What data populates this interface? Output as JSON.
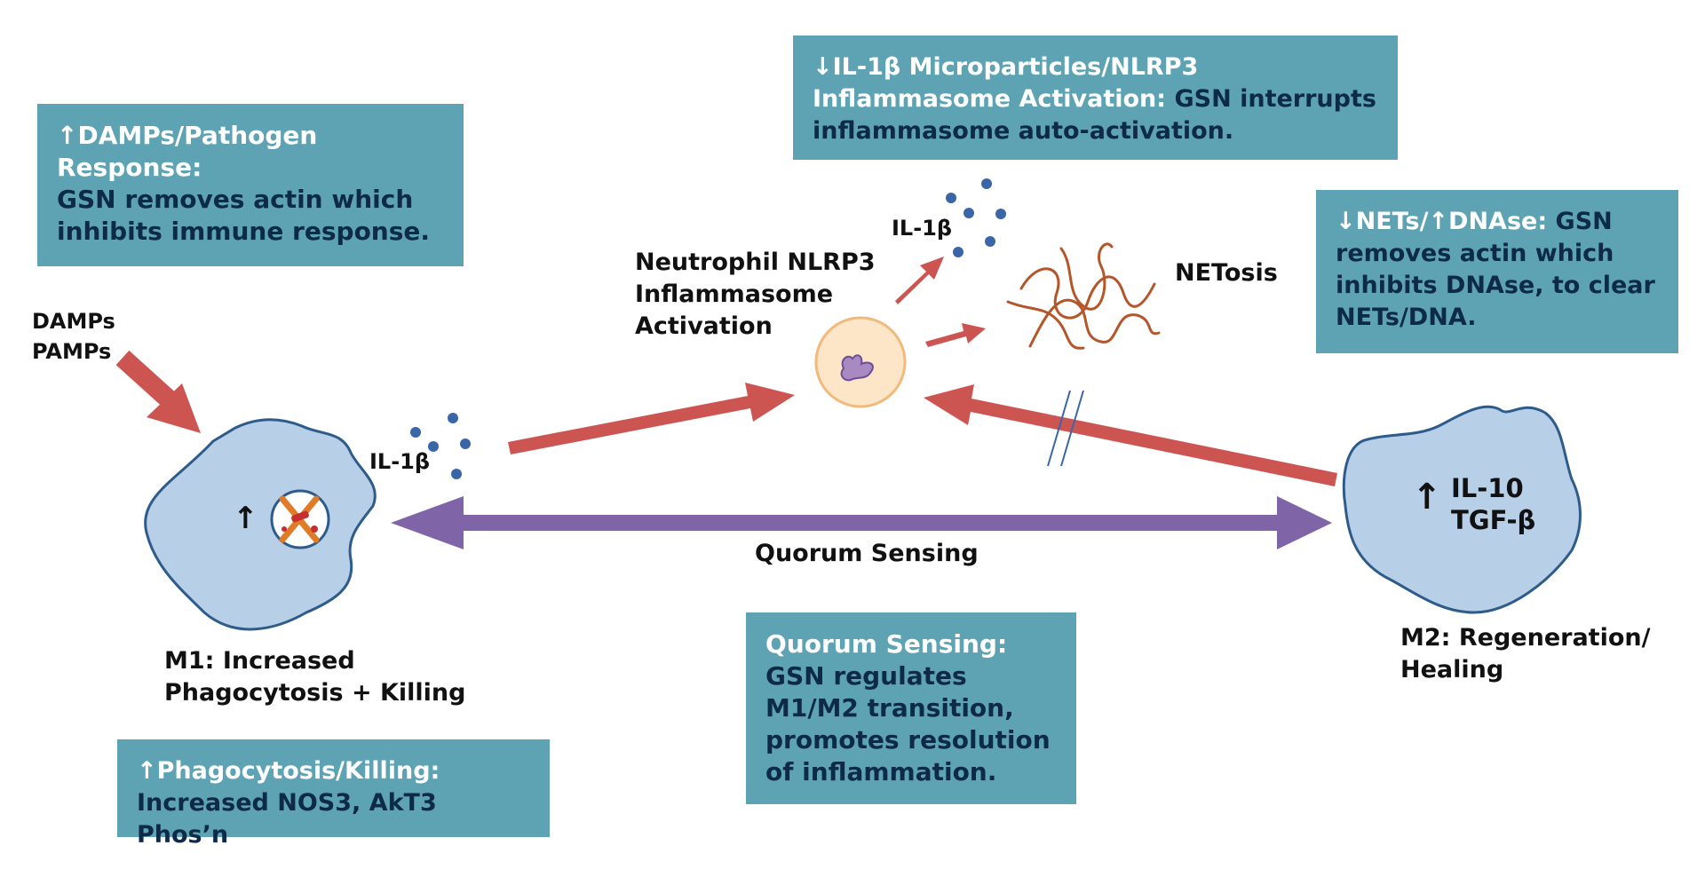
{
  "boxes": {
    "damps": {
      "line1": "↑DAMPs/Pathogen",
      "line2": "Response:",
      "body": "GSN removes actin which inhibits immune response."
    },
    "il1b": {
      "head": "↓IL-1β Microparticles/NLRP3 Inflammasome Activation:",
      "body": "GSN interrupts inflammasome auto-activation."
    },
    "nets": {
      "head": "↓NETs/↑DNAse:",
      "body": "GSN removes actin which inhibits DNAse, to clear NETs/DNA."
    },
    "quorum": {
      "head": "Quorum Sensing:",
      "body": "GSN regulates M1/M2 transition, promotes resolution of inflammation."
    },
    "phago": {
      "head": "↑Phagocytosis/Killing:",
      "body": "Increased NOS3, AkT3 Phos’n"
    }
  },
  "labels": {
    "damps_line1": "DAMPs",
    "damps_line2": "PAMPs",
    "il1b_left": "IL-1β",
    "il1b_top": "IL-1β",
    "neutrophil_line1": "Neutrophil NLRP3",
    "neutrophil_line2": "Inflammasome",
    "neutrophil_line3": "Activation",
    "netosis": "NETosis",
    "quorum": "Quorum Sensing",
    "m1_line1": "M1: Increased",
    "m1_line2": "Phagocytosis + Killing",
    "m2_line1": "M2: Regeneration/",
    "m2_line2": "Healing",
    "m2_il10": "IL-10",
    "m2_tgfb": "TGF-β",
    "up_arrow": "↑"
  },
  "colors": {
    "box_fill": "#5ea3b3",
    "box_highlight_text": "#ffffff",
    "box_dark_text": "#0e2a4a",
    "cell_fill": "#b8cfe8",
    "cell_stroke": "#2e5c8a",
    "red_arrow": "#cc5552",
    "purple_arrow": "#8064a8",
    "neutrophil_fill": "#fde6c8",
    "neutrophil_stroke": "#f2b97c",
    "dot": "#3a66a8",
    "net_fiber": "#b5562a"
  }
}
